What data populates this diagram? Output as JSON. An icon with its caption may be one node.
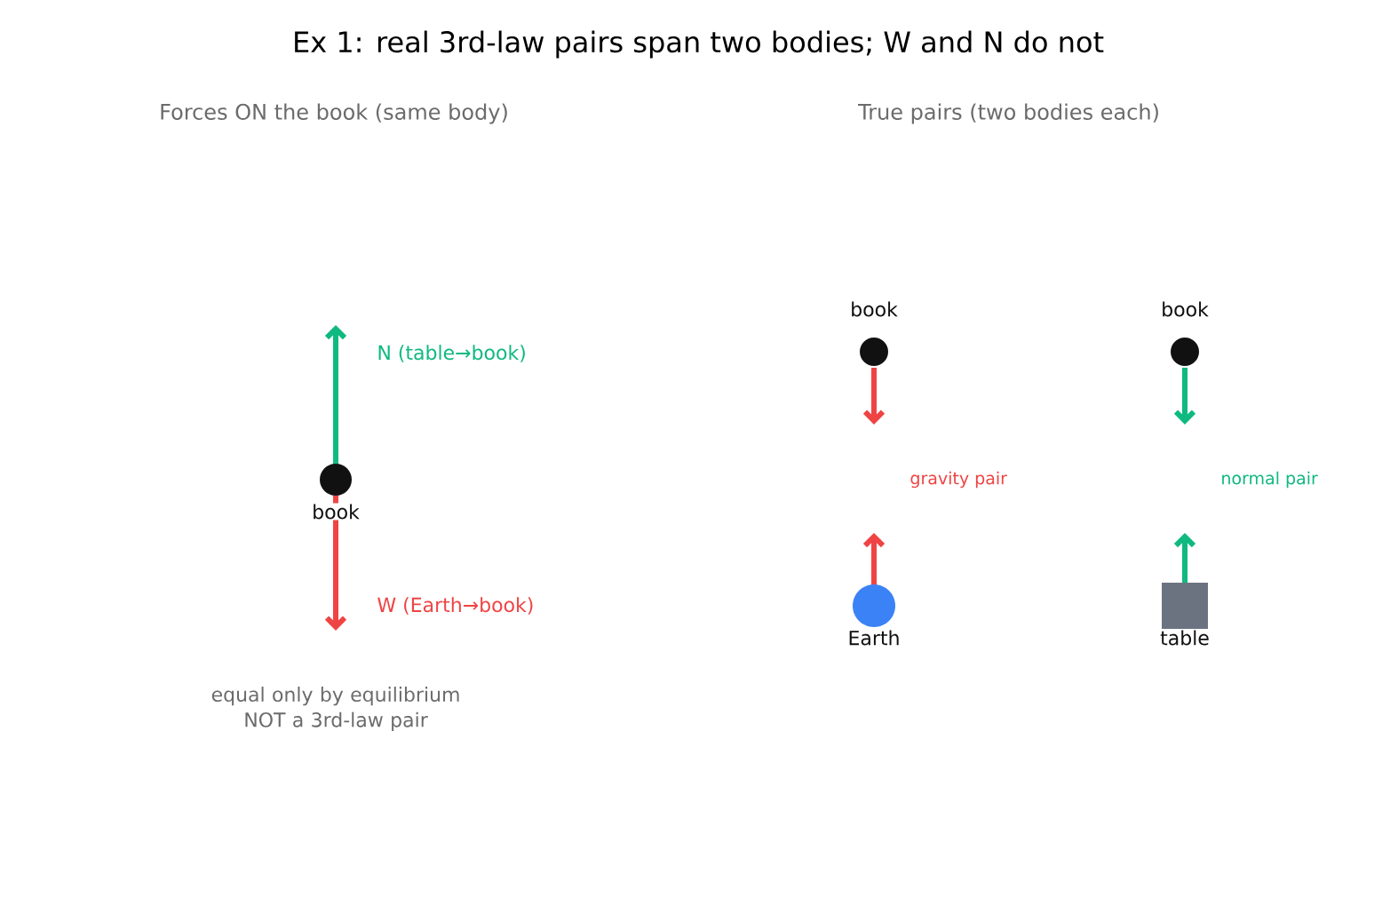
{
  "diagram": {
    "title": "Ex 1: real 3rd-law pairs span two bodies; W and N do not",
    "nodes": [
      {
        "text": [
          "book"
        ]
      },
      {
        "text": [
          "book"
        ]
      },
      {
        "text": [
          "Earth"
        ]
      },
      {
        "text": [
          "book"
        ]
      },
      {
        "text": [
          "table"
        ]
      }
    ],
    "labels": [
      "Forces ON the book (same body)",
      "True pairs (two bodies each)",
      "N (table→book)",
      "W (Earth→book)",
      "gravity pair",
      "normal pair",
      "equal only by equilibrium NOT a 3rd-law pair"
    ]
  }
}
